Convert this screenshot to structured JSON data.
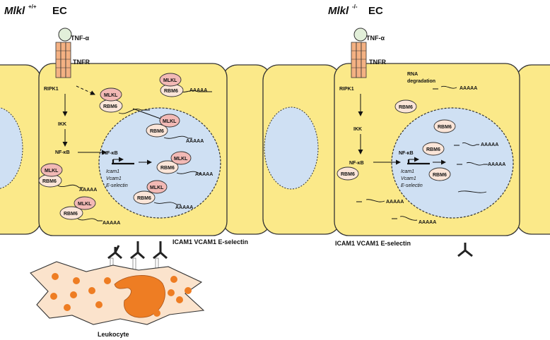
{
  "panels": {
    "left": {
      "gene": "Mlkl",
      "genotype": "+/+",
      "cell": "EC"
    },
    "right": {
      "gene": "Mlkl",
      "genotype": "-/-",
      "cell": "EC"
    }
  },
  "labels": {
    "tnf": "TNF-α",
    "tnfr": "TNFR",
    "ripk1": "RIPK1",
    "ikk": "IKK",
    "nfkb": "NF-κB",
    "mlkl": "MLKL",
    "rbm6": "RBM6",
    "polya": "AAAAA",
    "rna_degradation_line1": "RNA",
    "rna_degradation_line2": "degradation",
    "genes": [
      "Icam1",
      "Vcam1",
      "E-selectin"
    ],
    "adhesion_left": "ICAM1 VCAM1 E-selectin",
    "adhesion_right": "ICAM1 VCAM1 E-selectin",
    "leukocyte": "Leukocyte"
  },
  "colors": {
    "cytoplasm": "#fbe989",
    "nucleus": "#cfe0f3",
    "rbm6": "#fbe5d8",
    "mlkl": "#f2b9b5",
    "receptor": "#f4b183",
    "ligand": "#e2efd9",
    "leukocyte": "#fbe3cc",
    "granule": "#ee7d23"
  }
}
